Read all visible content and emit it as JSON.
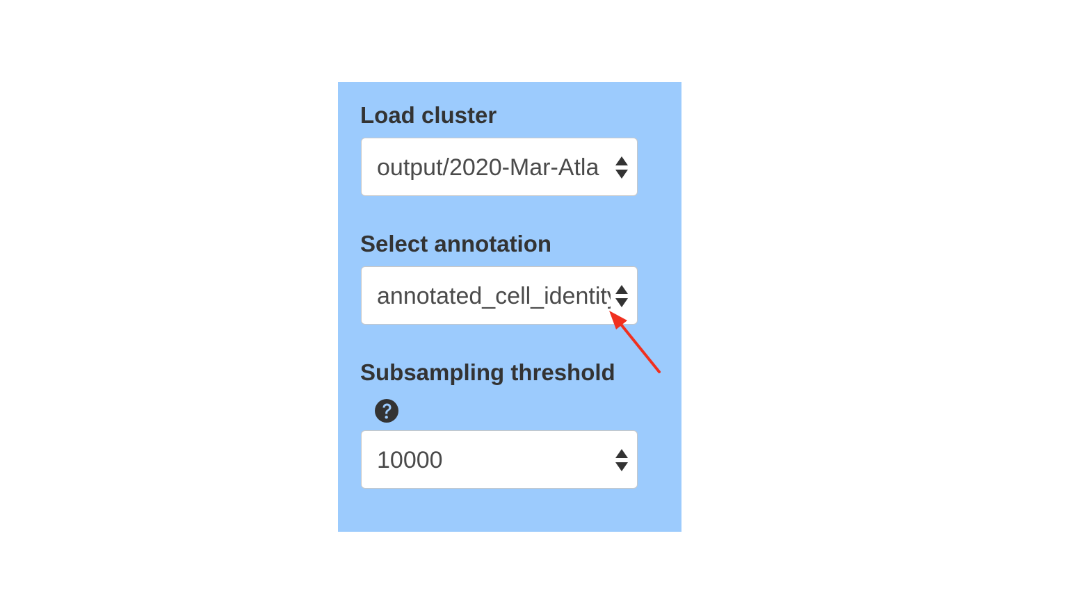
{
  "load_cluster": {
    "label": "Load cluster",
    "value": "output/2020-Mar-Atla",
    "icon": "up-down-arrows-icon"
  },
  "select_annotation": {
    "label": "Select annotation",
    "value": "annotated_cell_identity",
    "icon": "up-down-arrows-icon"
  },
  "subsampling": {
    "label": "Subsampling threshold",
    "value": "10000",
    "help_icon": "question-circle-icon",
    "icon": "up-down-arrows-icon"
  },
  "colors": {
    "panel_background": "#9ccbfd",
    "annotation_arrow": "#f0301f"
  }
}
